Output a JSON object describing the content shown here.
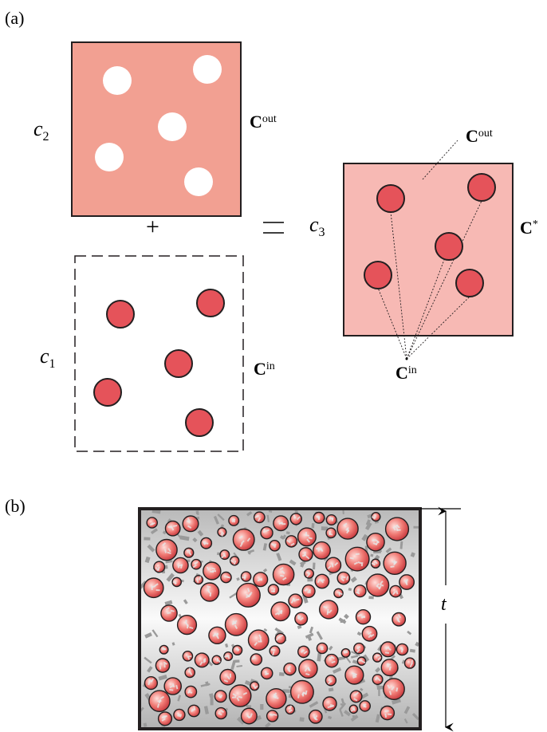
{
  "panels": {
    "a": "(a)",
    "b": "(b)"
  },
  "labels": {
    "c2_base": "c",
    "c2_sub": "2",
    "c1_base": "c",
    "c1_sub": "1",
    "c3_base": "c",
    "c3_sub": "3",
    "cout_top_base": "C",
    "cout_top_sup": "out",
    "cin_bottom_base": "C",
    "cin_bottom_sup": "in",
    "cstar_base": "C",
    "cstar_sup": "*",
    "cout_right_base": "C",
    "cout_right_sup": "out",
    "cin_right_base": "C",
    "cin_right_sup": "in",
    "plus": "+",
    "equals": "=",
    "thickness": "t"
  },
  "colors": {
    "matrix_dark": "#F2A092",
    "matrix_light": "#F7B9B4",
    "inclusion": "#E5535A",
    "hole": "#ffffff",
    "outline": "#231F20"
  }
}
